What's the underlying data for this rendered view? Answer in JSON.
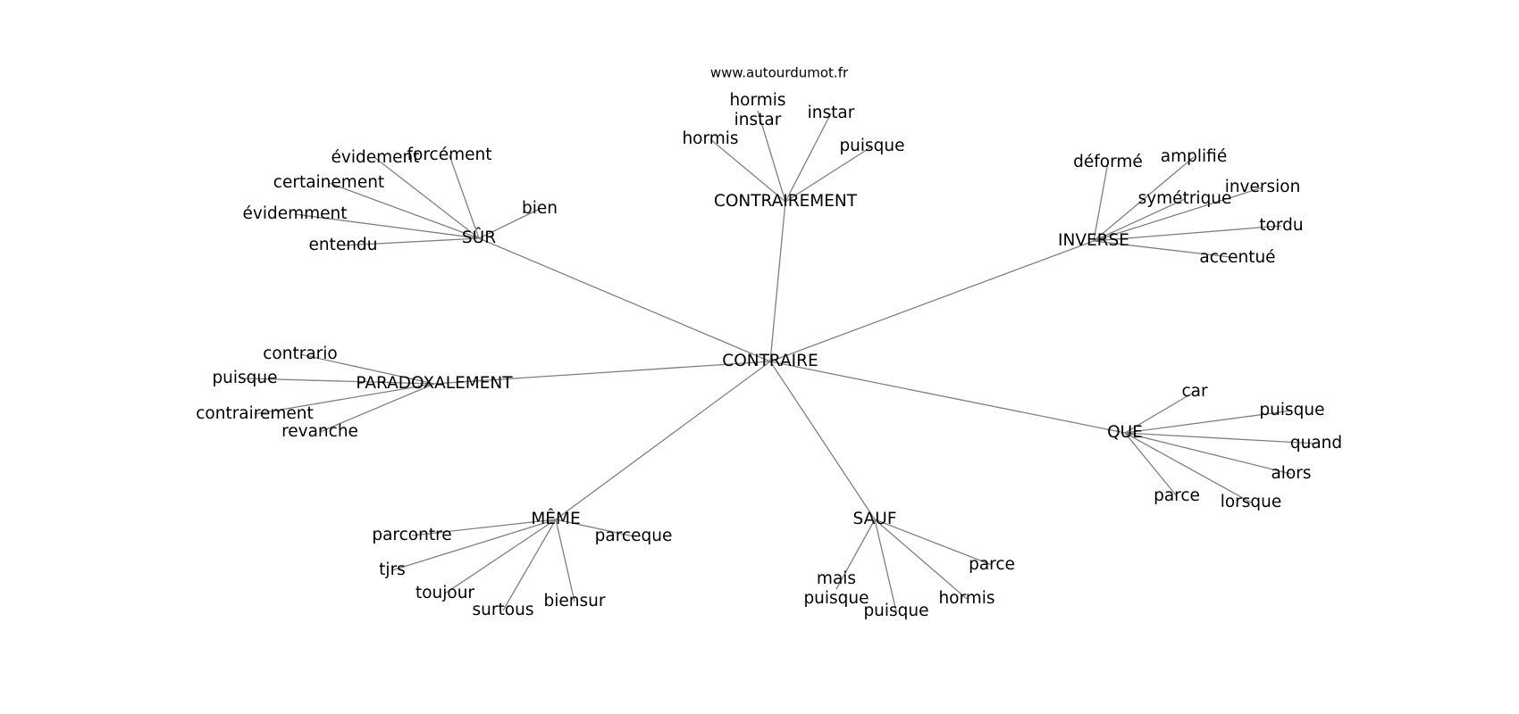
{
  "credit": "www.autourdumot.fr",
  "center": "CONTRAIRE",
  "hubs": [
    {
      "id": "sur",
      "label": "SÛR",
      "leaves": [
        "évidement",
        "forcément",
        "certainement",
        "bien",
        "évidemment",
        "entendu"
      ]
    },
    {
      "id": "contrairement",
      "label": "CONTRAIREMENT",
      "leaves": [
        "hormis instar",
        "instar",
        "hormis",
        "puisque"
      ]
    },
    {
      "id": "inverse",
      "label": "INVERSE",
      "leaves": [
        "déformé",
        "amplifié",
        "symétrique",
        "inversion",
        "tordu",
        "accentué"
      ]
    },
    {
      "id": "paradoxalement",
      "label": "PARADOXALEMENT",
      "leaves": [
        "contrario",
        "puisque",
        "contrairement",
        "revanche"
      ]
    },
    {
      "id": "que",
      "label": "QUE",
      "leaves": [
        "car",
        "puisque",
        "quand",
        "alors",
        "parce",
        "lorsque"
      ]
    },
    {
      "id": "meme",
      "label": "MÊME",
      "leaves": [
        "parcontre",
        "parceque",
        "tjrs",
        "toujour",
        "surtous",
        "biensur"
      ]
    },
    {
      "id": "sauf",
      "label": "SAUF",
      "leaves": [
        "parce",
        "mais puisque",
        "puisque",
        "hormis"
      ]
    }
  ]
}
